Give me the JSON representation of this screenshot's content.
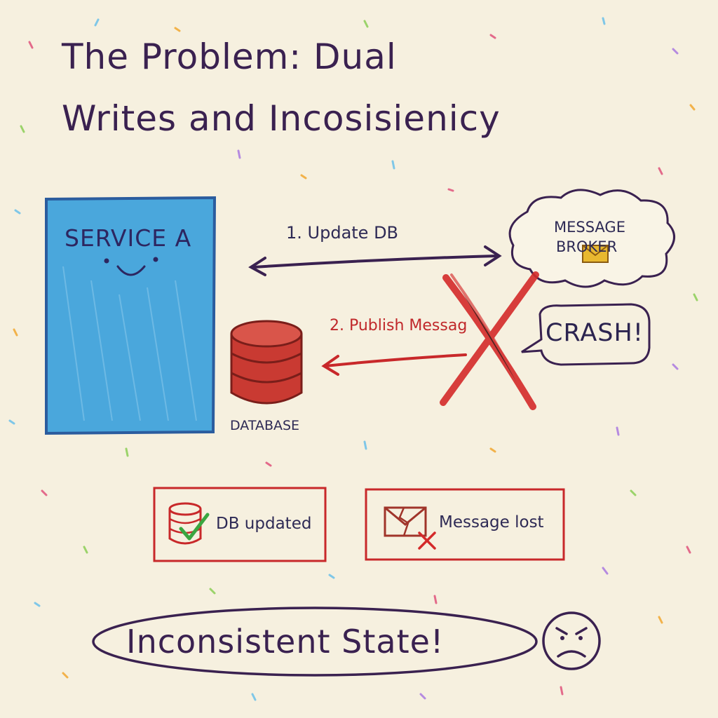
{
  "title": {
    "line1": "The Problem: Dual",
    "line2": "Writes and Incosisienicy"
  },
  "service": {
    "label": "SERVICE A"
  },
  "steps": {
    "step1": "1. Update DB",
    "step2": "2. Publish Messag"
  },
  "broker": {
    "line1": "MESSAGE",
    "line2": "BROKER"
  },
  "crash": "CRASH!",
  "database": {
    "label": "DATABASE"
  },
  "outcomes": [
    {
      "label": "DB updated",
      "icon": "database-check-icon"
    },
    {
      "label": "Message lost",
      "icon": "broken-envelope-icon"
    }
  ],
  "conclusion": "Inconsistent State!",
  "colors": {
    "background": "#f6f0df",
    "service_blue": "#4aa7dc",
    "ink_purple": "#3a2150",
    "error_red": "#d42a2a",
    "success_green": "#3aa640",
    "envelope_yellow": "#e8b830"
  }
}
